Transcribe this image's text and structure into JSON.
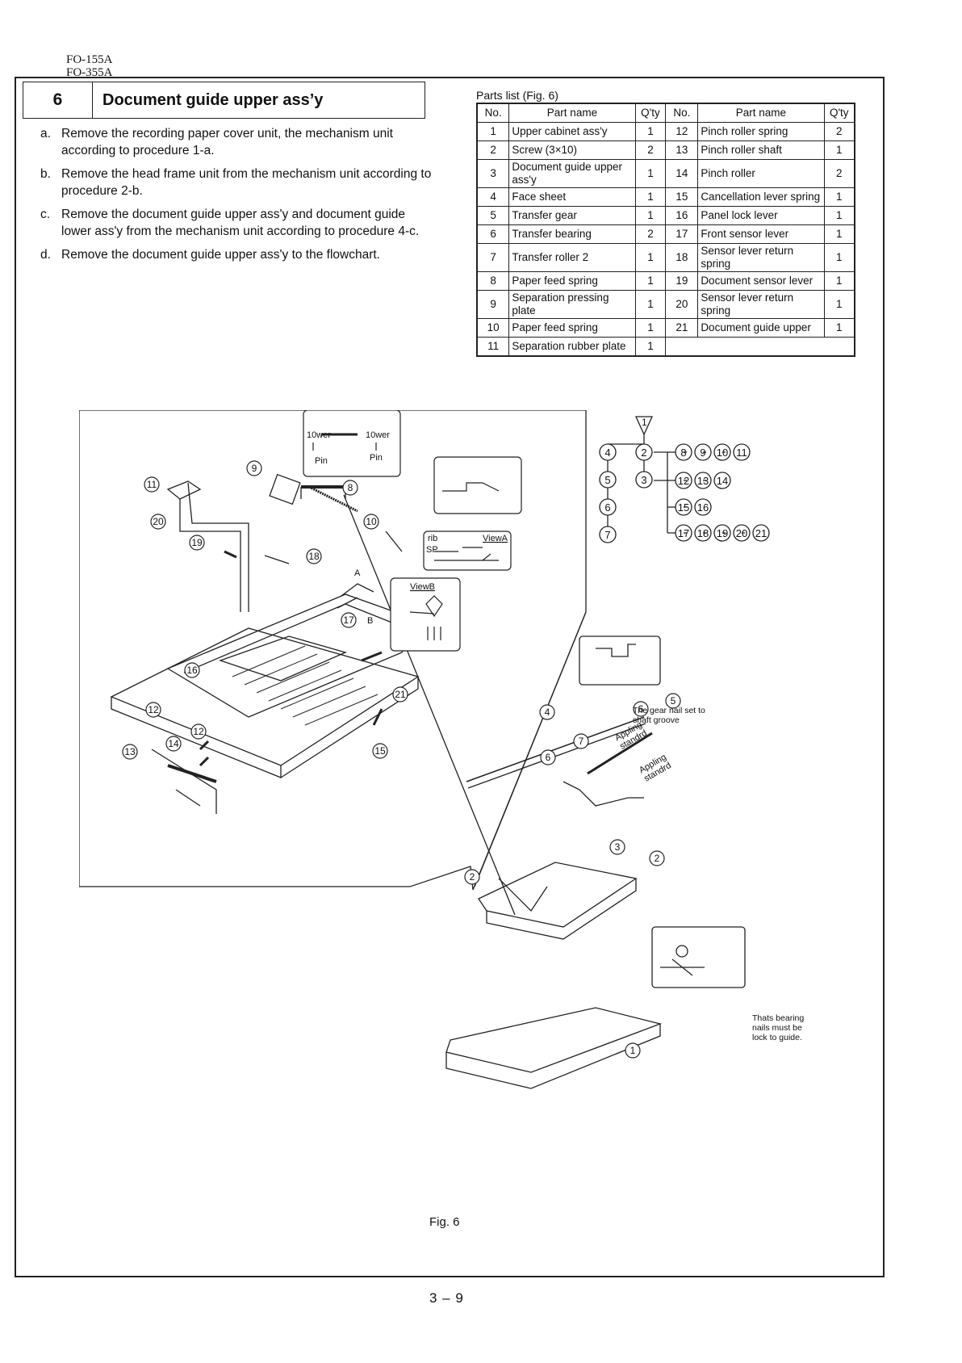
{
  "header": {
    "model1": "FO-155A",
    "model2": "FO-355A"
  },
  "section": {
    "number": "6",
    "title": "Document guide upper ass’y"
  },
  "steps": [
    {
      "letter": "a.",
      "text": "Remove the recording paper cover unit, the mechanism unit according to procedure 1-a."
    },
    {
      "letter": "b.",
      "text": "Remove the head frame unit from the mechanism unit according to procedure 2-b."
    },
    {
      "letter": "c.",
      "text": "Remove the document guide upper ass'y and document guide lower ass'y from the mechanism unit according to procedure 4-c."
    },
    {
      "letter": "d.",
      "text": "Remove the document guide upper ass'y to the flowchart."
    }
  ],
  "parts_list": {
    "caption": "Parts list (Fig. 6)",
    "headers": [
      "No.",
      "Part name",
      "Q'ty",
      "No.",
      "Part name",
      "Q'ty"
    ],
    "left": [
      {
        "no": "1",
        "name": "Upper cabinet ass'y",
        "qty": "1"
      },
      {
        "no": "2",
        "name": "Screw (3×10)",
        "qty": "2"
      },
      {
        "no": "3",
        "name": "Document guide upper ass'y",
        "qty": "1"
      },
      {
        "no": "4",
        "name": "Face sheet",
        "qty": "1"
      },
      {
        "no": "5",
        "name": "Transfer gear",
        "qty": "1"
      },
      {
        "no": "6",
        "name": "Transfer bearing",
        "qty": "2"
      },
      {
        "no": "7",
        "name": "Transfer roller 2",
        "qty": "1"
      },
      {
        "no": "8",
        "name": "Paper feed spring",
        "qty": "1"
      },
      {
        "no": "9",
        "name": "Separation pressing plate",
        "qty": "1"
      },
      {
        "no": "10",
        "name": "Paper feed spring",
        "qty": "1"
      },
      {
        "no": "11",
        "name": "Separation rubber plate",
        "qty": "1"
      }
    ],
    "right": [
      {
        "no": "12",
        "name": "Pinch roller spring",
        "qty": "2"
      },
      {
        "no": "13",
        "name": "Pinch roller shaft",
        "qty": "1"
      },
      {
        "no": "14",
        "name": "Pinch roller",
        "qty": "2"
      },
      {
        "no": "15",
        "name": "Cancellation lever spring",
        "qty": "1"
      },
      {
        "no": "16",
        "name": "Panel lock lever",
        "qty": "1"
      },
      {
        "no": "17",
        "name": "Front sensor lever",
        "qty": "1"
      },
      {
        "no": "18",
        "name": "Sensor lever return spring",
        "qty": "1"
      },
      {
        "no": "19",
        "name": "Document sensor lever",
        "qty": "1"
      },
      {
        "no": "20",
        "name": "Sensor lever return spring",
        "qty": "1"
      },
      {
        "no": "21",
        "name": "Document guide upper",
        "qty": "1"
      }
    ]
  },
  "figure": {
    "caption": "Fig. 6",
    "labels": {
      "lower_left": "10wer",
      "lower_right": "10wer",
      "pin_left": "Pin",
      "pin_right": "Pin",
      "view_a": "ViewA",
      "view_b": "ViewB",
      "rib": "rib",
      "sp": "SP",
      "a": "A",
      "b": "B",
      "gear_note": "The gear nail set to shaft groove",
      "appling1": "Appling standrd",
      "appling2": "Appling standrd",
      "bearing_note": "Thats bearing nails must be lock to guide."
    },
    "flow": {
      "top": "1",
      "col1": [
        "4",
        "5",
        "6",
        "7"
      ],
      "col2": [
        "2",
        "3"
      ],
      "rows": [
        [
          "8",
          "9",
          "10",
          "11"
        ],
        [
          "12",
          "13",
          "14"
        ],
        [
          "15",
          "16"
        ],
        [
          "17",
          "18",
          "19",
          "20",
          "21"
        ]
      ]
    }
  },
  "page_number": "3 – 9"
}
